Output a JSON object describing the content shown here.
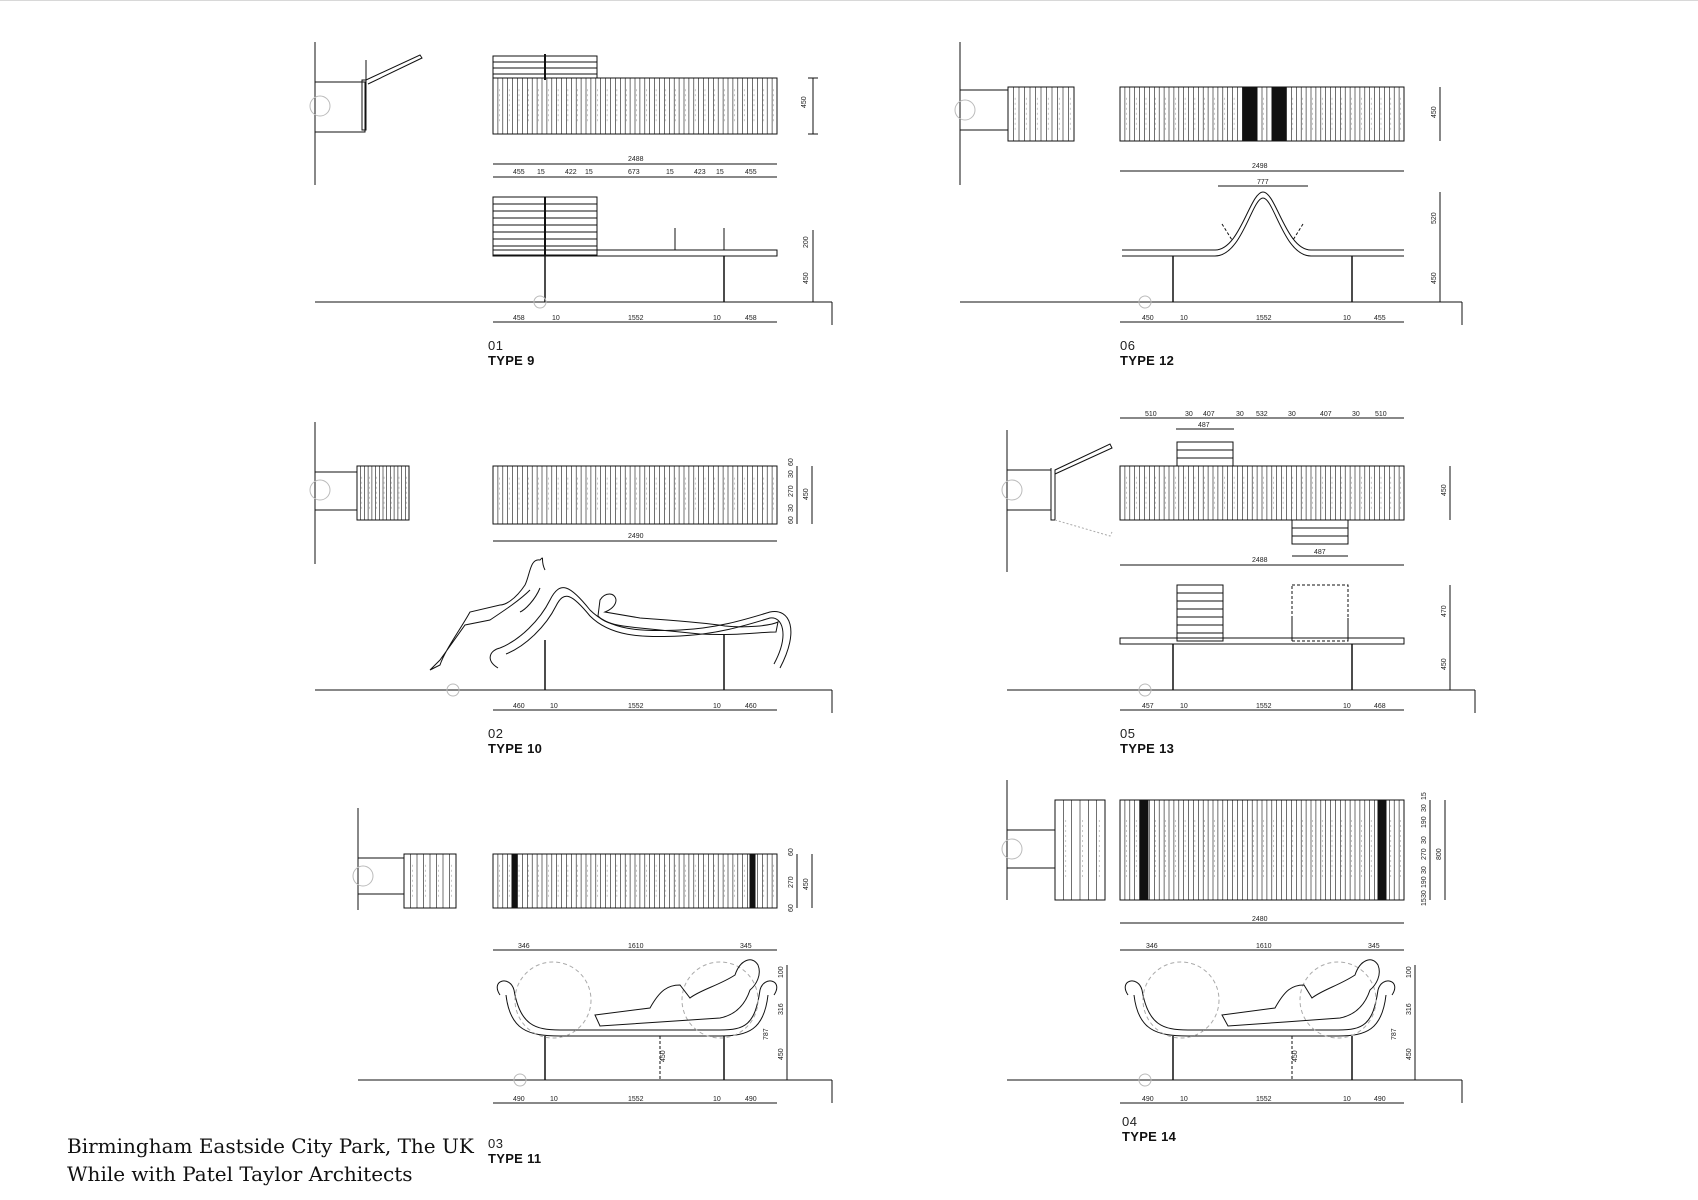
{
  "footer": {
    "line1": "Birmingham Eastside City Park, The UK",
    "line2": "While with Patel Taylor Architects"
  },
  "panels": [
    {
      "id": "p01",
      "number": "01",
      "type": "TYPE 9",
      "plan_dims": [
        "2488",
        "455",
        "15",
        "422",
        "15",
        "673",
        "15",
        "423",
        "15",
        "455"
      ],
      "elev_dims": [
        "458",
        "10",
        "1552",
        "10",
        "458"
      ],
      "vert_dims": [
        "450",
        "200",
        "450"
      ]
    },
    {
      "id": "p06",
      "number": "06",
      "type": "TYPE 12",
      "plan_dims": [
        "2498",
        "777"
      ],
      "elev_dims": [
        "450",
        "10",
        "1552",
        "10",
        "455"
      ],
      "vert_dims": [
        "450",
        "520",
        "450"
      ]
    },
    {
      "id": "p02",
      "number": "02",
      "type": "TYPE 10",
      "plan_dims": [
        "2490"
      ],
      "elev_dims": [
        "460",
        "10",
        "1552",
        "10",
        "460"
      ],
      "vert_dims": [
        "60",
        "30",
        "270",
        "30",
        "60",
        "450"
      ]
    },
    {
      "id": "p05",
      "number": "05",
      "type": "TYPE 13",
      "plan_dims": [
        "510",
        "30",
        "407",
        "30",
        "532",
        "30",
        "407",
        "30",
        "510",
        "487",
        "487",
        "2488"
      ],
      "elev_dims": [
        "457",
        "10",
        "1552",
        "10",
        "468"
      ],
      "vert_dims": [
        "450",
        "470",
        "450"
      ]
    },
    {
      "id": "p03",
      "number": "03",
      "type": "TYPE 11",
      "plan_dims": [
        "346",
        "1610",
        "345"
      ],
      "elev_dims": [
        "490",
        "10",
        "1552",
        "10",
        "490"
      ],
      "vert_dims": [
        "60",
        "270",
        "450",
        "60",
        "100",
        "316",
        "787",
        "450",
        "450"
      ]
    },
    {
      "id": "p04",
      "number": "04",
      "type": "TYPE 14",
      "plan_dims": [
        "2480",
        "346",
        "1610",
        "345"
      ],
      "elev_dims": [
        "490",
        "10",
        "1552",
        "10",
        "490"
      ],
      "vert_dims": [
        "15",
        "30",
        "190",
        "30",
        "270",
        "30",
        "190",
        "30",
        "15",
        "800",
        "100",
        "316",
        "787",
        "450",
        "450"
      ]
    }
  ]
}
